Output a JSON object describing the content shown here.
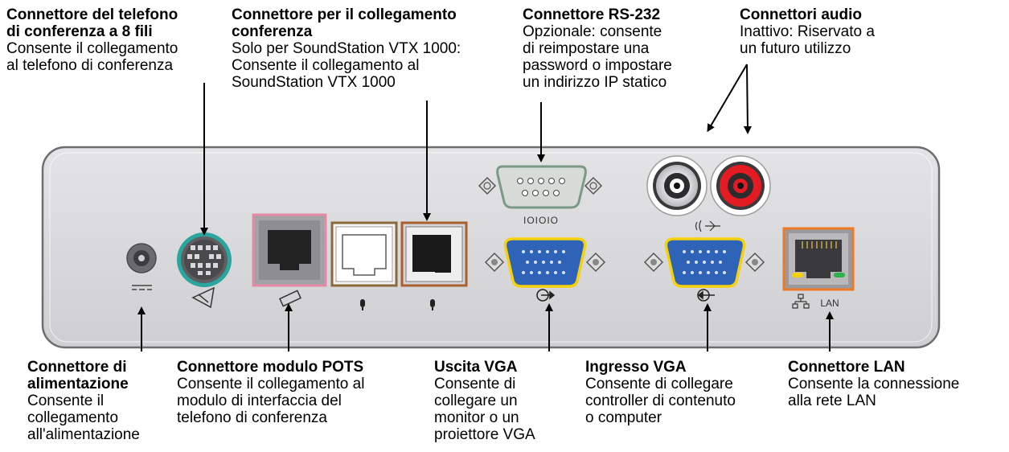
{
  "callouts": {
    "conference_phone": {
      "title": [
        "Connettore del telefono",
        "di conferenza a 8 fili"
      ],
      "desc": [
        "Consente il collegamento",
        "al telefono di conferenza"
      ]
    },
    "link": {
      "title": [
        "Connettore per il collegamento",
        "conferenza"
      ],
      "desc": [
        "Solo per SoundStation VTX 1000:",
        "Consente il collegamento al",
        "SoundStation VTX 1000"
      ]
    },
    "rs232": {
      "title": [
        "Connettore RS-232"
      ],
      "desc": [
        "Opzionale: consente",
        "di reimpostare una",
        "password o impostare",
        "un indirizzo IP statico"
      ]
    },
    "audio": {
      "title": [
        "Connettori audio"
      ],
      "desc": [
        "Inattivo: Riservato a",
        "un futuro utilizzo"
      ]
    },
    "power": {
      "title": [
        "Connettore di",
        "alimentazione"
      ],
      "desc": [
        "Consente il",
        "collegamento",
        "all'alimentazione"
      ]
    },
    "pots": {
      "title": [
        "Connettore modulo POTS"
      ],
      "desc": [
        "Consente il collegamento al",
        "modulo di interfaccia del",
        "telefono di conferenza"
      ]
    },
    "vga_out": {
      "title": [
        "Uscita VGA"
      ],
      "desc": [
        "Consente di",
        "collegare un",
        "monitor o un",
        "proiettore VGA"
      ]
    },
    "vga_in": {
      "title": [
        "Ingresso VGA"
      ],
      "desc": [
        "Consente di collegare",
        "controller di contenuto",
        "o computer"
      ]
    },
    "lan": {
      "title": [
        "Connettore LAN"
      ],
      "desc": [
        "Consente la connessione",
        "alla rete LAN"
      ]
    }
  },
  "panel_labels": {
    "serial": "IOIOIO",
    "lan": "LAN"
  },
  "colors": {
    "panel_fill": "#d9d9db",
    "panel_stroke": "#6d6e71",
    "teal": "#2aa5a0",
    "pink": "#e58aa5",
    "brown": "#8a6a3a",
    "orange_brown": "#a8602f",
    "yellow": "#f5d10a",
    "vga_blue": "#2f63b8",
    "rca_red": "#e31b23",
    "lan_orange": "#ec7a26"
  }
}
